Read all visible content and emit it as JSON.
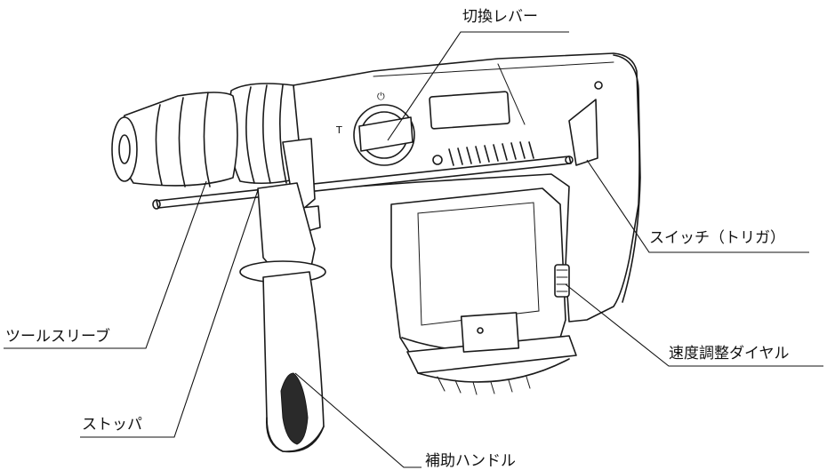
{
  "labels": {
    "switch_lever": "切換レバー",
    "trigger_switch": "スイッチ（トリガ）",
    "tool_sleeve": "ツールスリーブ",
    "speed_dial": "速度調整ダイヤル",
    "stopper": "ストッパ",
    "aux_handle": "補助ハンドル"
  },
  "marks": {
    "power_symbol": "⏻",
    "t_mark": "T"
  }
}
